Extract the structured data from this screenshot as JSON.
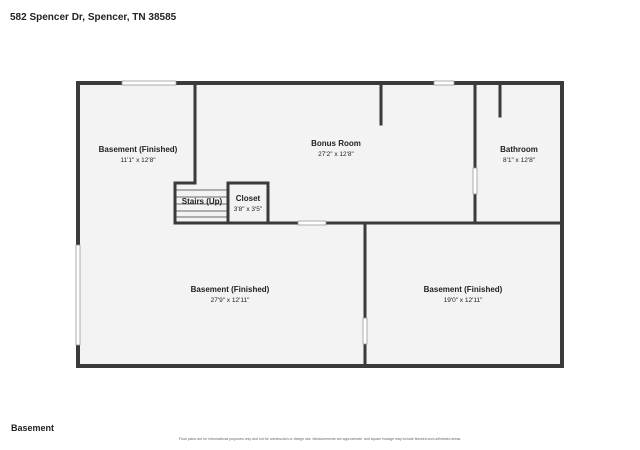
{
  "header": {
    "address": "582 Spencer Dr, Spencer, TN 38585"
  },
  "floor": {
    "label": "Basement"
  },
  "footer": {
    "disclaimer": "Floor plans are for informational purposes only and not for construction or design use. Measurements are approximate, and square footage may include finished and unfinished areas."
  },
  "rooms": [
    {
      "name": "Basement (Finished)",
      "dims": "11'1\" x 12'8\""
    },
    {
      "name": "Bonus Room",
      "dims": "27'2\" x 12'8\""
    },
    {
      "name": "Bathroom",
      "dims": "8'1\" x 12'8\""
    },
    {
      "name": "Stairs (Up)"
    },
    {
      "name": "Closet",
      "dims": "3'8\" x 3'5\""
    },
    {
      "name": "Basement (Finished)",
      "dims": "27'9\" x 12'11\""
    },
    {
      "name": "Basement (Finished)",
      "dims": "19'0\" x 12'11\""
    }
  ],
  "colors": {
    "wall": "#3a3a3a",
    "floor": "#f3f3f3",
    "background": "#ffffff"
  }
}
